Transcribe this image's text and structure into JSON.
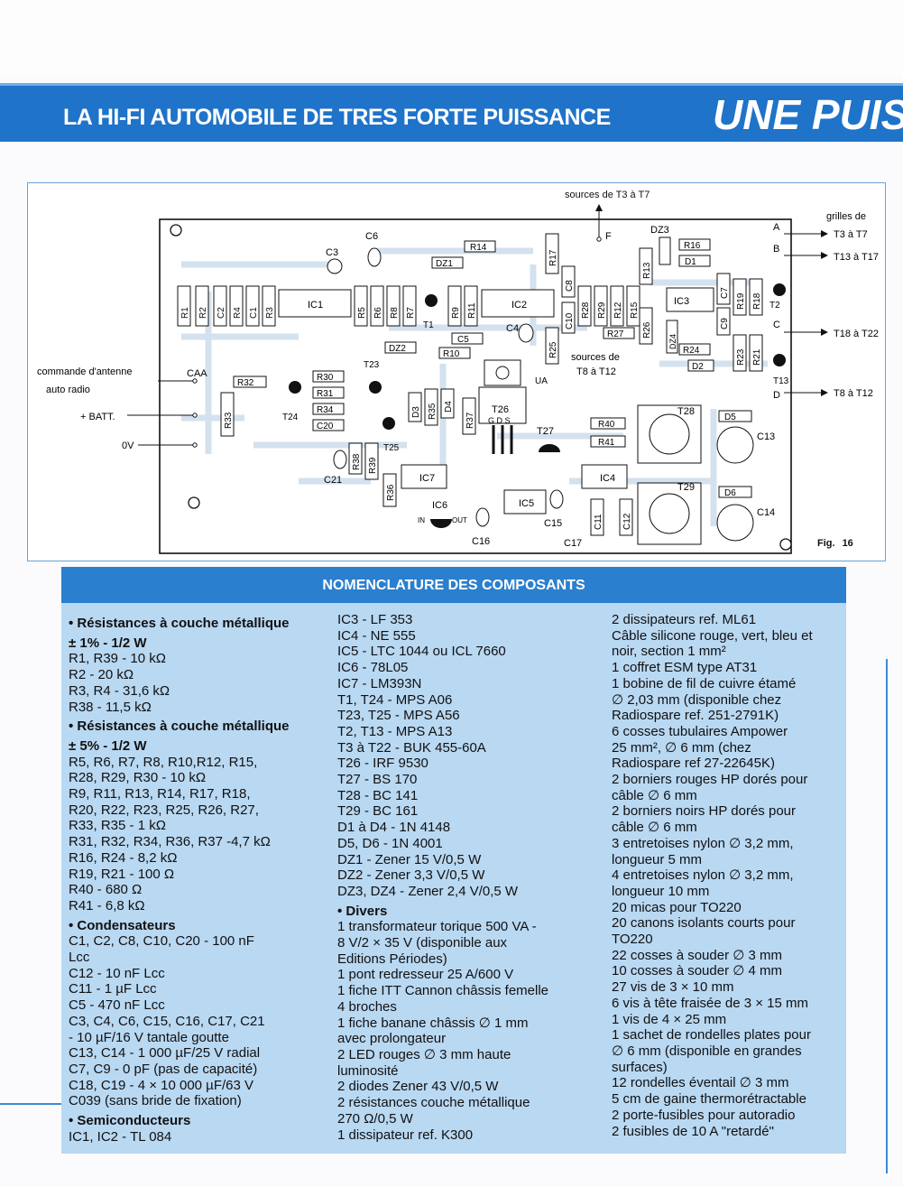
{
  "header": {
    "title": "LA HI-FI AUTOMOBILE DE TRES FORTE PUISSANCE",
    "tag": "UNE PUIS"
  },
  "figure": {
    "caption_label": "Fig.",
    "caption_number": "16",
    "labels": {
      "sources_t3": "sources de T3 à T7",
      "f": "F",
      "grilles": "grilles de",
      "t3t7": "T3 à T7",
      "t13t17": "T13 à T17",
      "t18t22": "T18 à T22",
      "t8t12": "T8 à T12",
      "sources_t8": "sources de",
      "sources_t8b": "T8 à T12",
      "commande1": "commande d'antenne",
      "commande2": "auto radio",
      "batt": "+ BATT.",
      "ov": "0V",
      "caa": "CAA",
      "ua": "UA",
      "a": "A",
      "b": "B",
      "c": "C",
      "d": "D",
      "in": "IN",
      "out": "OUT"
    },
    "components": {
      "r1": "R1",
      "r2": "R2",
      "c2": "C2",
      "r4": "R4",
      "c1": "C1",
      "r3": "R3",
      "ic1": "IC1",
      "r5": "R5",
      "r6": "R6",
      "r8": "R8",
      "r7": "R7",
      "t1": "T1",
      "r9": "R9",
      "r11": "R11",
      "ic2": "IC2",
      "r14": "R14",
      "dz1": "DZ1",
      "r17": "R17",
      "c8": "C8",
      "c10": "C10",
      "r28": "R28",
      "r29": "R29",
      "r12": "R12",
      "r15": "R15",
      "r13": "R13",
      "dz3": "DZ3",
      "r16": "R16",
      "d1": "D1",
      "ic3": "IC3",
      "c7": "C7",
      "c9": "C9",
      "r19": "R19",
      "r18": "R18",
      "t2": "T2",
      "r26": "R26",
      "r27": "R27",
      "dz4": "DZ4",
      "r24": "R24",
      "d2": "D2",
      "r23": "R23",
      "r21": "R21",
      "t13": "T13",
      "c3": "C3",
      "c6": "C6",
      "c5": "C5",
      "r10": "R10",
      "dz2": "DZ2",
      "c4": "C4",
      "r25": "R25",
      "r32": "R32",
      "r30": "R30",
      "r31": "R31",
      "r34": "R34",
      "c20": "C20",
      "t23": "T23",
      "t24": "T24",
      "r33": "R33",
      "d3": "D3",
      "r35": "R35",
      "d4": "D4",
      "r37": "R37",
      "t26": "T26",
      "gds": "G D S",
      "t25": "T25",
      "r38": "R38",
      "r39": "R39",
      "c21": "C21",
      "r36": "R36",
      "ic7": "IC7",
      "ic6": "IC6",
      "ic5": "IC5",
      "c16": "C16",
      "c15": "C15",
      "c17": "C17",
      "t27": "T27",
      "r40": "R40",
      "r41": "R41",
      "ic4": "IC4",
      "c11": "C11",
      "c12": "C12",
      "t28": "T28",
      "d5": "D5",
      "c13": "C13",
      "t29": "T29",
      "d6": "D6",
      "c14": "C14"
    }
  },
  "nomenclature": {
    "title": "NOMENCLATURE DES COMPOSANTS",
    "col1": [
      {
        "t": "• Résistances à couche métallique",
        "s": true
      },
      {
        "t": "± 1% - 1/2 W",
        "s": true
      },
      {
        "t": "R1, R39 - 10 kΩ"
      },
      {
        "t": "R2 - 20 kΩ"
      },
      {
        "t": "R3, R4 - 31,6 kΩ"
      },
      {
        "t": "R38 - 11,5 kΩ"
      },
      {
        "t": "• Résistances à couche métallique",
        "s": true
      },
      {
        "t": "± 5% - 1/2 W",
        "s": true
      },
      {
        "t": "R5, R6, R7, R8, R10,R12, R15,"
      },
      {
        "t": "R28, R29, R30 - 10 kΩ"
      },
      {
        "t": "R9, R11, R13, R14, R17, R18,"
      },
      {
        "t": "R20, R22, R23, R25, R26, R27,"
      },
      {
        "t": "R33, R35 - 1 kΩ"
      },
      {
        "t": "R31, R32, R34, R36, R37 -4,7 kΩ"
      },
      {
        "t": "R16, R24 - 8,2 kΩ"
      },
      {
        "t": "R19, R21 - 100 Ω"
      },
      {
        "t": "R40 - 680 Ω"
      },
      {
        "t": "R41 - 6,8 kΩ"
      },
      {
        "t": "• Condensateurs",
        "s": true
      },
      {
        "t": "C1, C2, C8, C10, C20 - 100 nF"
      },
      {
        "t": "Lcc"
      },
      {
        "t": "C12 - 10 nF Lcc"
      },
      {
        "t": "C11 - 1 µF Lcc"
      },
      {
        "t": "C5 - 470 nF Lcc"
      },
      {
        "t": "C3, C4, C6, C15, C16, C17, C21"
      },
      {
        "t": "- 10 µF/16 V tantale goutte"
      },
      {
        "t": "C13, C14 - 1 000 µF/25 V radial"
      },
      {
        "t": "C7, C9 - 0 pF (pas de capacité)"
      },
      {
        "t": "C18, C19 - 4 × 10 000 µF/63 V"
      },
      {
        "t": "C039 (sans bride de fixation)"
      },
      {
        "t": "• Semiconducteurs",
        "s": true
      },
      {
        "t": "IC1, IC2 - TL 084"
      }
    ],
    "col2": [
      {
        "t": "IC3 - LF 353"
      },
      {
        "t": "IC4 - NE 555"
      },
      {
        "t": "IC5 - LTC 1044 ou ICL 7660"
      },
      {
        "t": "IC6 - 78L05"
      },
      {
        "t": "IC7 - LM393N"
      },
      {
        "t": "T1, T24 - MPS A06"
      },
      {
        "t": "T23, T25 - MPS A56"
      },
      {
        "t": "T2, T13 - MPS A13"
      },
      {
        "t": "T3 à T22 - BUK 455-60A"
      },
      {
        "t": "T26 - IRF 9530"
      },
      {
        "t": "T27 - BS 170"
      },
      {
        "t": "T28 - BC 141"
      },
      {
        "t": "T29 - BC 161"
      },
      {
        "t": "D1 à D4 - 1N 4148"
      },
      {
        "t": "D5, D6 - 1N 4001"
      },
      {
        "t": "DZ1 - Zener 15 V/0,5 W"
      },
      {
        "t": "DZ2 - Zener 3,3 V/0,5 W"
      },
      {
        "t": "DZ3, DZ4 - Zener 2,4 V/0,5 W"
      },
      {
        "t": "• Divers",
        "s": true
      },
      {
        "t": "1 transformateur torique 500 VA -"
      },
      {
        "t": "8 V/2 × 35 V (disponible aux"
      },
      {
        "t": "Editions Périodes)"
      },
      {
        "t": "1 pont redresseur 25 A/600 V"
      },
      {
        "t": "1 fiche ITT Cannon châssis femelle"
      },
      {
        "t": "4 broches"
      },
      {
        "t": "1 fiche banane châssis ∅ 1 mm"
      },
      {
        "t": "avec prolongateur"
      },
      {
        "t": "2 LED rouges ∅ 3 mm haute"
      },
      {
        "t": "luminosité"
      },
      {
        "t": "2 diodes Zener 43 V/0,5 W"
      },
      {
        "t": "2 résistances couche métallique"
      },
      {
        "t": "270 Ω/0,5 W"
      },
      {
        "t": "1 dissipateur ref. K300"
      }
    ],
    "col3": [
      {
        "t": "2 dissipateurs ref. ML61"
      },
      {
        "t": "Câble silicone rouge, vert, bleu et"
      },
      {
        "t": "noir, section 1 mm²"
      },
      {
        "t": "1 coffret ESM type AT31"
      },
      {
        "t": "1 bobine de fil de cuivre étamé"
      },
      {
        "t": "∅ 2,03 mm (disponible chez"
      },
      {
        "t": "Radiospare ref. 251-2791K)"
      },
      {
        "t": "6 cosses tubulaires Ampower"
      },
      {
        "t": "25 mm², ∅ 6 mm (chez"
      },
      {
        "t": "Radiospare ref 27-22645K)"
      },
      {
        "t": "2 borniers rouges HP dorés pour"
      },
      {
        "t": "câble ∅ 6 mm"
      },
      {
        "t": "2 borniers noirs HP dorés pour"
      },
      {
        "t": "câble ∅ 6 mm"
      },
      {
        "t": "3 entretoises nylon ∅ 3,2 mm,"
      },
      {
        "t": "longueur 5 mm"
      },
      {
        "t": "4 entretoises nylon ∅ 3,2 mm,"
      },
      {
        "t": "longueur 10 mm"
      },
      {
        "t": "20 micas pour TO220"
      },
      {
        "t": "20 canons isolants courts pour"
      },
      {
        "t": "TO220"
      },
      {
        "t": "22 cosses à souder ∅ 3 mm"
      },
      {
        "t": "10 cosses à souder ∅ 4 mm"
      },
      {
        "t": "27 vis de 3 × 10 mm"
      },
      {
        "t": "6 vis à tête fraisée de 3 × 15 mm"
      },
      {
        "t": "1 vis de 4 × 25 mm"
      },
      {
        "t": "1 sachet de rondelles plates pour"
      },
      {
        "t": "∅ 6 mm (disponible en grandes"
      },
      {
        "t": "surfaces)"
      },
      {
        "t": "12 rondelles éventail ∅ 3 mm"
      },
      {
        "t": "5 cm de gaine thermorétractable"
      },
      {
        "t": "2 porte-fusibles pour autoradio"
      },
      {
        "t": "2 fusibles de 10 A \"retardé\""
      }
    ]
  }
}
